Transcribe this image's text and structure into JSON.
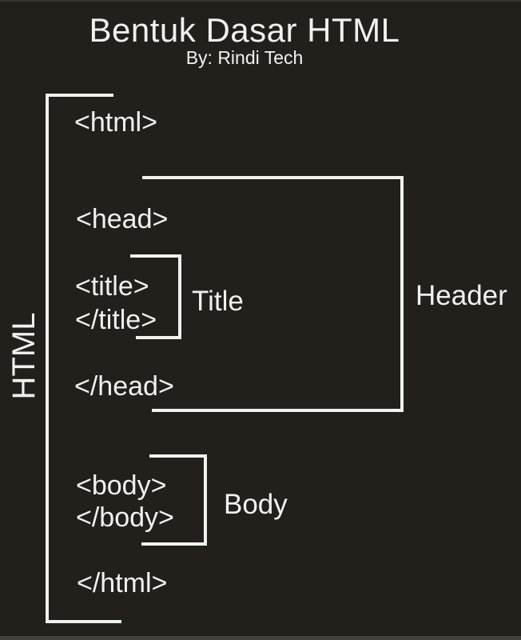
{
  "header": {
    "title": "Bentuk Dasar HTML",
    "subtitle": "By: Rindi Tech"
  },
  "code": {
    "html_open": "<html>",
    "head_open": "<head>",
    "title_open": "<title>",
    "title_close": "</title>",
    "head_close": "</head>",
    "body_open": "<body>",
    "body_close": "</body>",
    "html_close": "</html>"
  },
  "labels": {
    "html": "HTML",
    "header": "Header",
    "title": "Title",
    "body": "Body"
  },
  "colors": {
    "background": "#231F1B",
    "foreground": "#F2F1EE",
    "bottom_edge": "#433F3C"
  }
}
